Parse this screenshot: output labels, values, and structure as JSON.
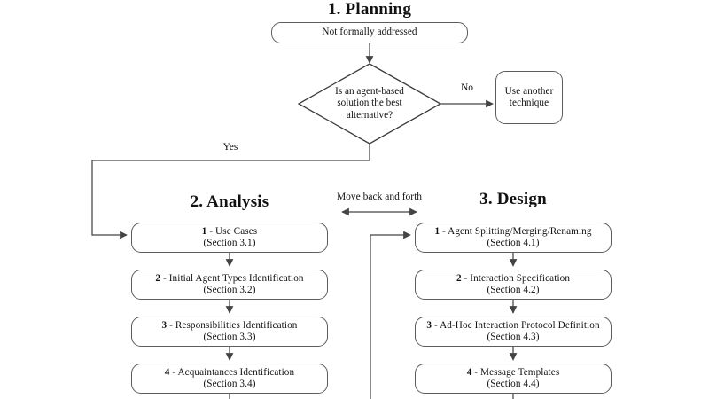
{
  "figure": {
    "background": "#ffffff",
    "line_color": "#444444",
    "box_border_color": "#5c5c5c",
    "text_color": "#111111"
  },
  "phases": {
    "planning": {
      "title": "1. Planning",
      "top_box": "Not formally addressed",
      "decision": {
        "line1": "Is an agent-based",
        "line2": "solution the best",
        "line3": "alternative?"
      },
      "no_label": "No",
      "yes_label": "Yes",
      "alt_box": {
        "line1": "Use another",
        "line2": "technique"
      }
    },
    "analysis": {
      "title": "2. Analysis",
      "steps": [
        {
          "num": "1",
          "label": " - Use Cases",
          "section": "(Section 3.1)"
        },
        {
          "num": "2",
          "label": " - Initial Agent Types Identification",
          "section": "(Section 3.2)"
        },
        {
          "num": "3",
          "label": " - Responsibilities Identification",
          "section": "(Section 3.3)"
        },
        {
          "num": "4",
          "label": " - Acquaintances Identification",
          "section": "(Section 3.4)"
        }
      ]
    },
    "design": {
      "title": "3. Design",
      "steps": [
        {
          "num": "1",
          "label": " - Agent Splitting/Merging/Renaming",
          "section": "(Section 4.1)"
        },
        {
          "num": "2",
          "label": " - Interaction Specification",
          "section": "(Section 4.2)"
        },
        {
          "num": "3",
          "label": " - Ad-Hoc Interaction Protocol Definition",
          "section": "(Section 4.3)"
        },
        {
          "num": "4",
          "label": " - Message Templates",
          "section": "(Section 4.4)"
        }
      ]
    },
    "between": {
      "move_label": "Move back and forth"
    }
  }
}
